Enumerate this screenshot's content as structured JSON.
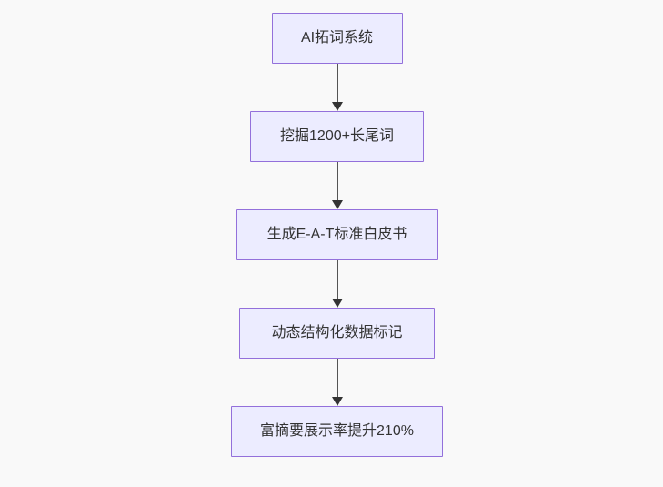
{
  "background_color": "#f9f9f9",
  "flowchart": {
    "type": "flowchart-top-down",
    "node_fill_color": "#ECECFF",
    "node_border_color": "#9370DB",
    "node_text_color": "#333333",
    "edge_line_color": "#555555",
    "arrowhead_color": "#333333",
    "nodes": [
      {
        "label": "AI拓词系统"
      },
      {
        "label": "挖掘1200+长尾词"
      },
      {
        "label": "生成E-A-T标准白皮书"
      },
      {
        "label": "动态结构化数据标记"
      },
      {
        "label": "富摘要展示率提升210%"
      }
    ],
    "edges": [
      {
        "from": "AI拓词系统",
        "to": "挖掘1200+长尾词"
      },
      {
        "from": "挖掘1200+长尾词",
        "to": "生成E-A-T标准白皮书"
      },
      {
        "from": "生成E-A-T标准白皮书",
        "to": "动态结构化数据标记"
      },
      {
        "from": "动态结构化数据标记",
        "to": "富摘要展示率提升210%"
      }
    ]
  }
}
